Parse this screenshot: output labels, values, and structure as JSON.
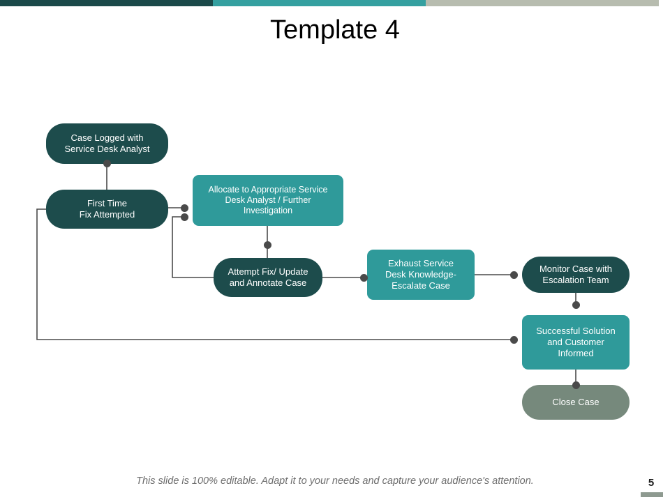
{
  "slide": {
    "title": "Template 4",
    "page_number": "5",
    "footer_note": "This slide is 100% editable. Adapt it to your needs and capture your audience's attention."
  },
  "colors": {
    "accent_dark": "#1b4a4a",
    "accent_teal": "#35a0a0",
    "accent_gray": "#b7bcaf",
    "node_dark": "#1d4c4c",
    "node_teal": "#2f9a9a",
    "node_gray": "#76897c",
    "connector": "#4a4a4a",
    "footer_text": "#6d6d6d"
  },
  "top_bars": [
    {
      "name": "accent-bar-dark",
      "color": "#1b4a4a"
    },
    {
      "name": "accent-bar-teal",
      "color": "#35a0a0"
    },
    {
      "name": "accent-bar-gray",
      "color": "#b7bcaf"
    }
  ],
  "flow": {
    "nodes": [
      {
        "id": "case-logged",
        "label": "Case Logged with\nService Desk Analyst",
        "fill": "node_dark",
        "shape": "pill",
        "font_size": 13
      },
      {
        "id": "first-time-fix",
        "label": "First Time\nFix Attempted",
        "fill": "node_dark",
        "shape": "pill",
        "font_size": 13
      },
      {
        "id": "allocate-analyst",
        "label": "Allocate to Appropriate Service\nDesk Analyst / Further\nInvestigation",
        "fill": "node_teal",
        "shape": "rect",
        "font_size": 12.5
      },
      {
        "id": "attempt-fix",
        "label": "Attempt Fix/ Update\nand Annotate Case",
        "fill": "node_dark",
        "shape": "pill",
        "font_size": 13
      },
      {
        "id": "exhaust-knowledge",
        "label": "Exhaust Service\nDesk Knowledge-\nEscalate Case",
        "fill": "node_teal",
        "shape": "rect",
        "font_size": 13
      },
      {
        "id": "monitor-case",
        "label": "Monitor  Case with\nEscalation Team",
        "fill": "node_dark",
        "shape": "pill",
        "font_size": 13
      },
      {
        "id": "successful-solution",
        "label": "Successful Solution\nand Customer\nInformed",
        "fill": "node_teal",
        "shape": "rect",
        "font_size": 13
      },
      {
        "id": "close-case",
        "label": "Close Case",
        "fill": "node_gray",
        "shape": "pill",
        "font_size": 13
      }
    ],
    "connector_count": 7
  }
}
